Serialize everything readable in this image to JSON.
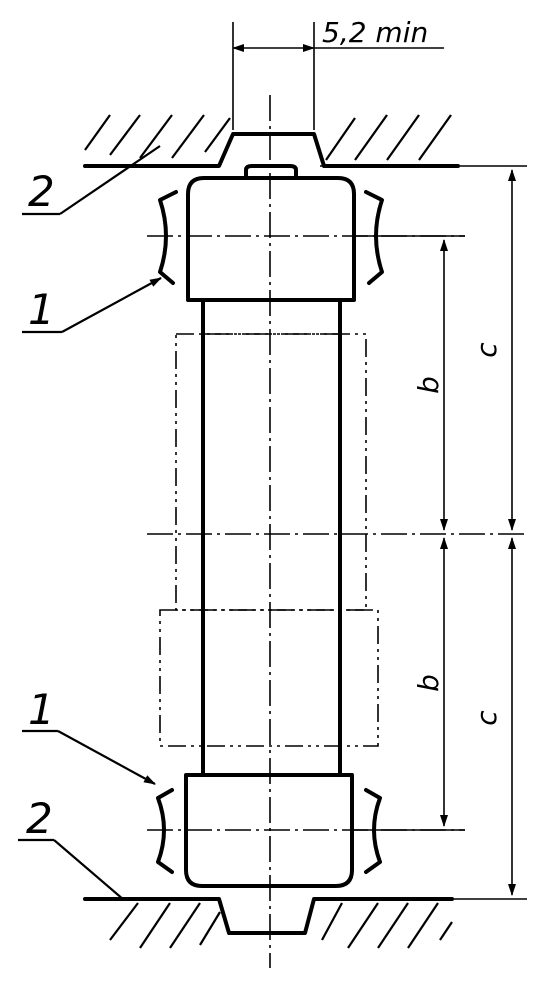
{
  "labels": {
    "clearance": "5,2 min",
    "dim_b_upper": "b",
    "dim_b_lower": "b",
    "dim_c_upper": "c",
    "dim_c_lower": "c",
    "callout_1_upper": "1",
    "callout_1_lower": "1",
    "callout_2_upper": "2",
    "callout_2_lower": "2"
  }
}
